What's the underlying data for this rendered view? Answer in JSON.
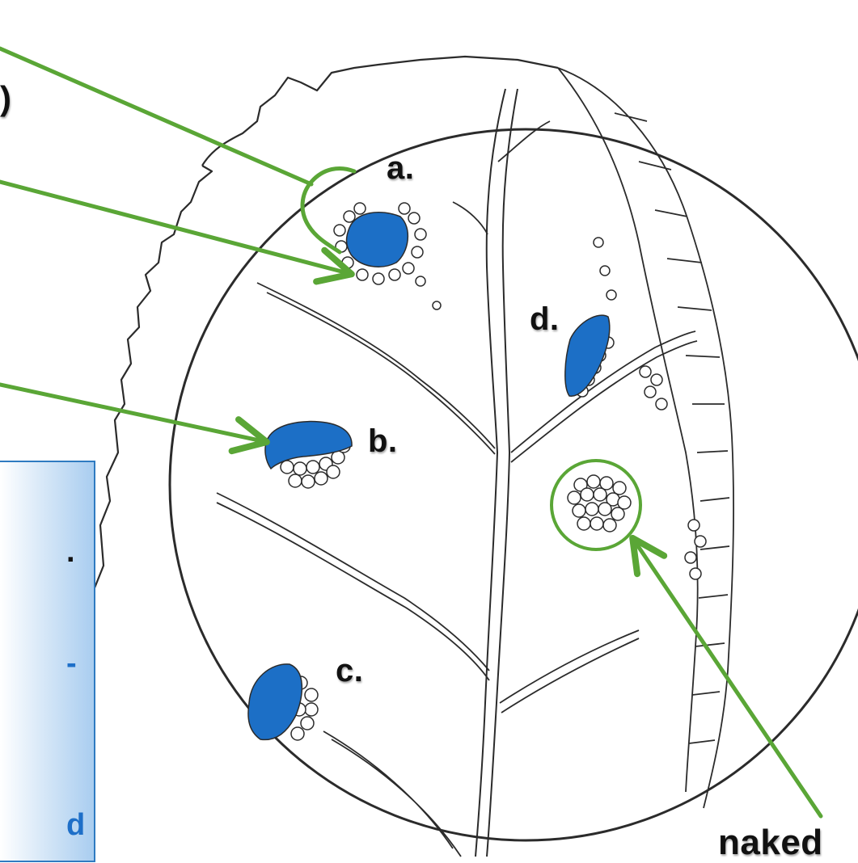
{
  "labels": {
    "a": "a.",
    "b": "b.",
    "c": "c.",
    "d": "d.",
    "paren": ")",
    "bottom_right": "naked"
  },
  "callout": {
    "line1": ".",
    "line2": "-",
    "line3": "d"
  },
  "colors": {
    "arrow": "#5aa636",
    "sorus_fill": "#1c6fc6",
    "outline": "#2b2b2b",
    "callout_border": "#2f7bc1",
    "callout_text_dark": "#111111",
    "callout_text_blue": "#1e6fc8"
  }
}
